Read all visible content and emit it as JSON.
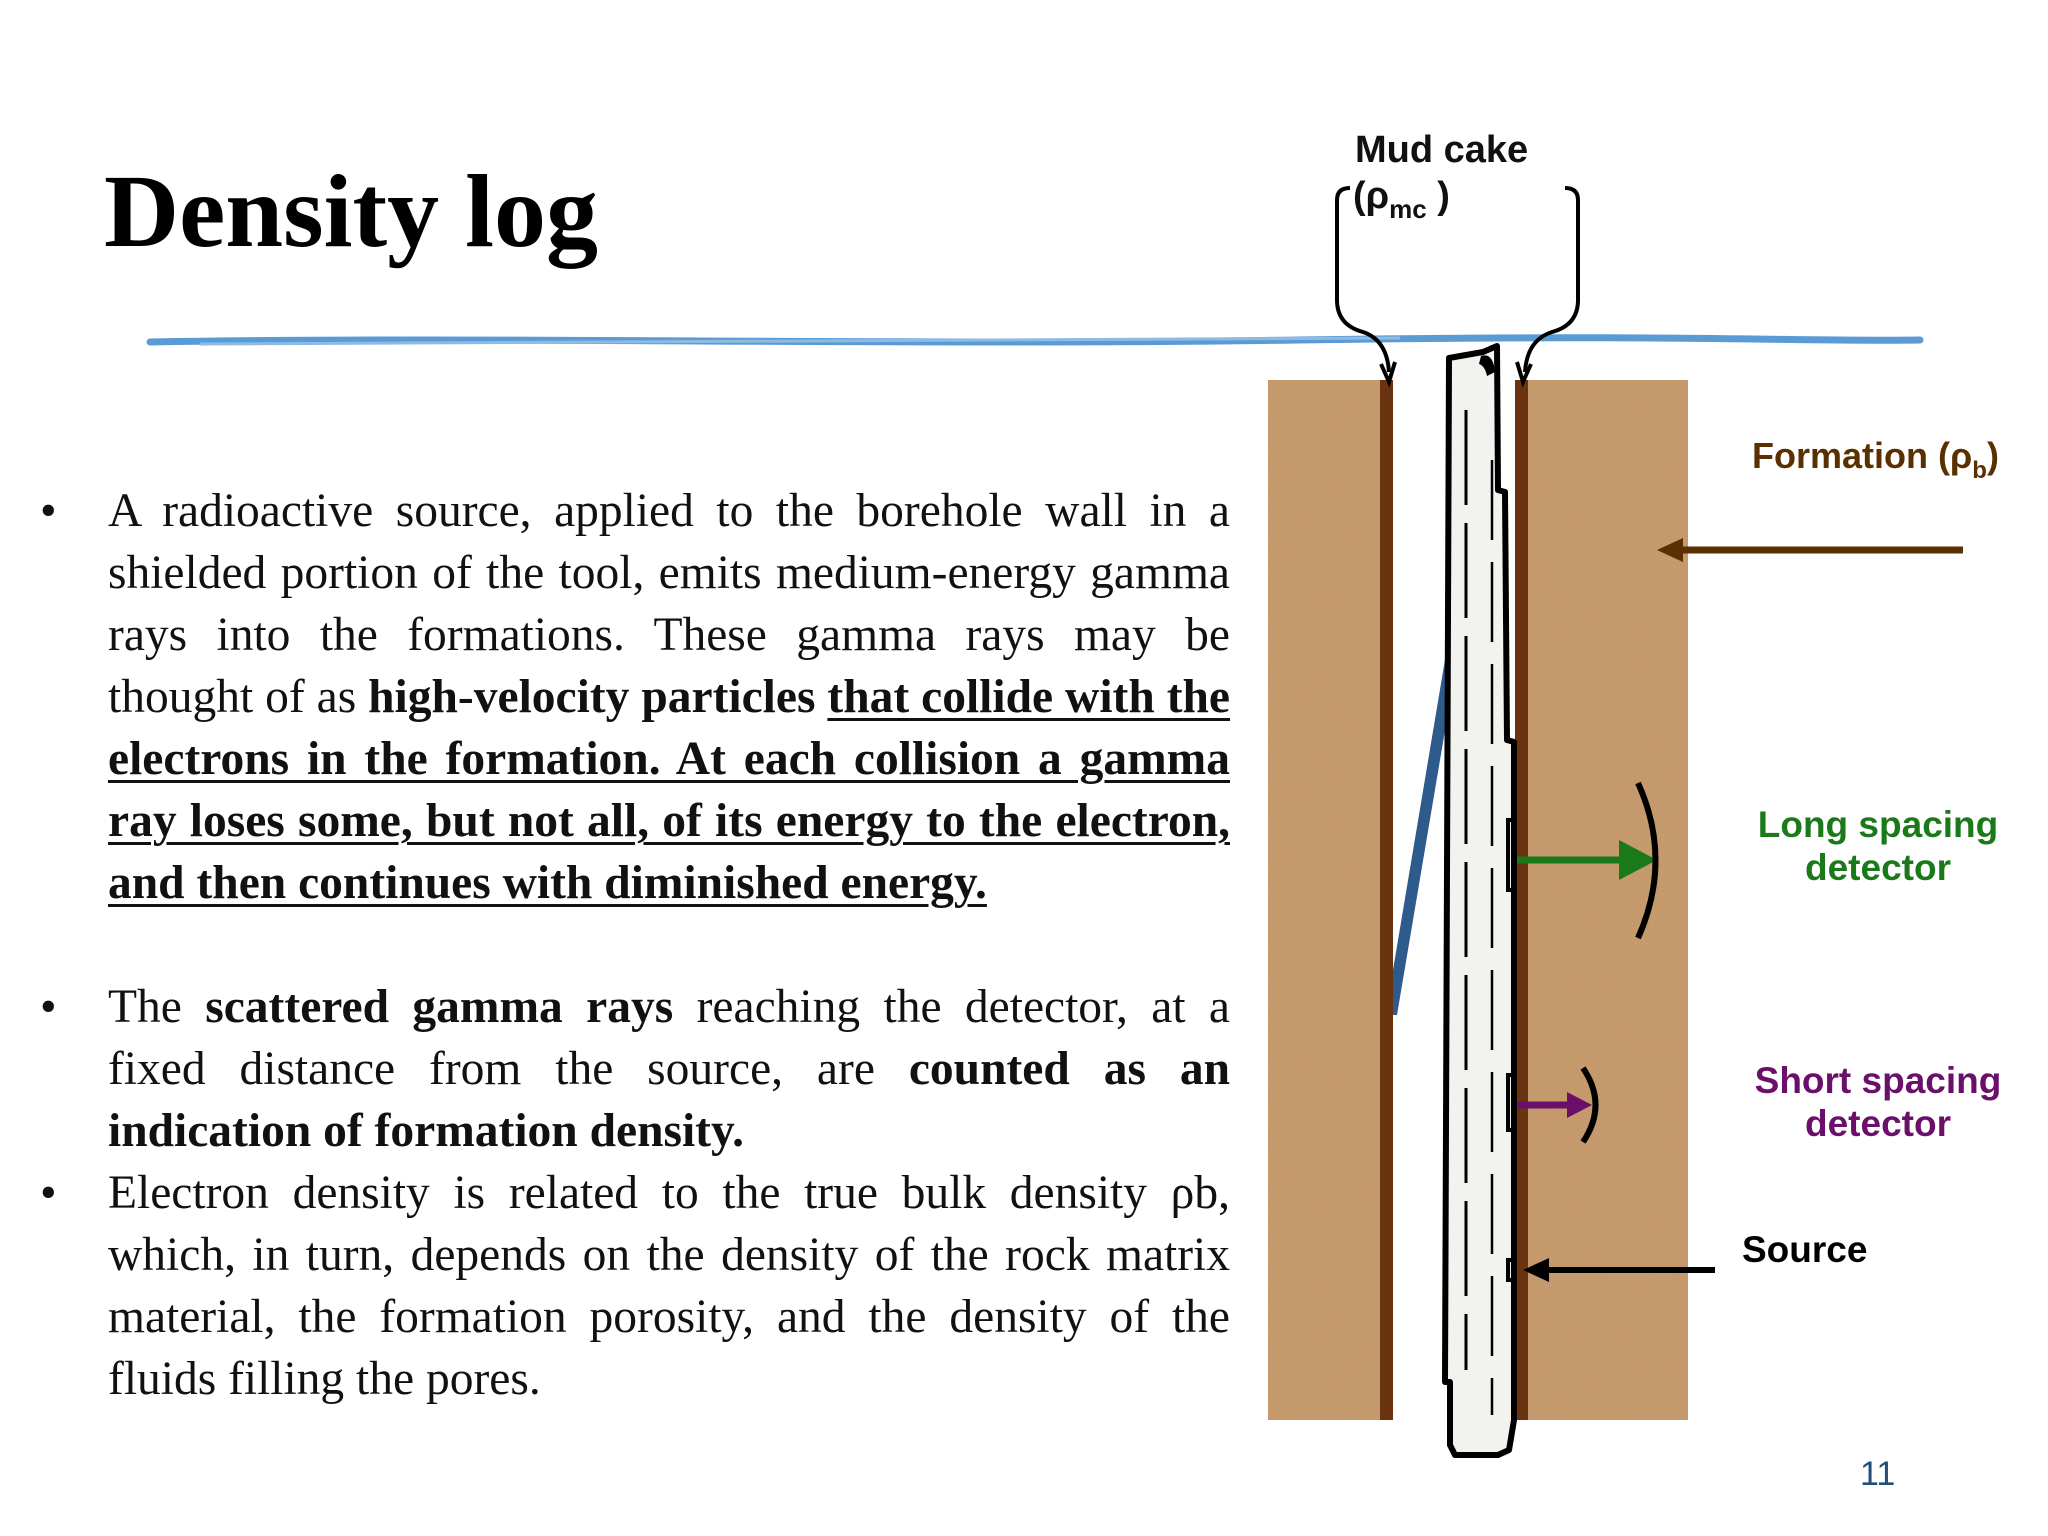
{
  "slide": {
    "title": "Density log",
    "page_number": "11"
  },
  "bullets": [
    {
      "segments": [
        {
          "text": "A radioactive source, applied to the borehole wall in a shielded portion of the tool, emits medium-energy gamma rays into the formations. These gamma rays may be thought of as ",
          "style": "normal"
        },
        {
          "text": "high-velocity particles",
          "style": "bold"
        },
        {
          "text": " ",
          "style": "normal"
        },
        {
          "text": "that collide with the electrons in the formation. At each collision a gamma ray loses some, but not all, of its energy to the electron, and then continues with diminished energy.",
          "style": "bold-underline"
        }
      ]
    },
    {
      "segments": [
        {
          "text": "The ",
          "style": "normal"
        },
        {
          "text": "scattered gamma rays",
          "style": "bold"
        },
        {
          "text": " reaching the detector, at a fixed distance from the source, are ",
          "style": "normal"
        },
        {
          "text": "counted as an indication of formation density.",
          "style": "bold"
        }
      ]
    },
    {
      "segments": [
        {
          "text": "Electron density is related to the true bulk density ρb, which, in turn, depends on the density of the rock matrix material, the formation porosity, and the density of the fluids filling the pores.",
          "style": "normal"
        }
      ]
    }
  ],
  "diagram": {
    "mud_cake_label": "Mud cake",
    "mud_cake_symbol": "(ρ",
    "mud_cake_sub": "mc",
    "mud_cake_close": " )",
    "formation_label": "Formation (ρ",
    "formation_sub": "b",
    "formation_close": ")",
    "long_spacing_line1": "Long spacing",
    "long_spacing_line2": "detector",
    "short_spacing_line1": "Short spacing",
    "short_spacing_line2": "detector",
    "source_label": "Source",
    "colors": {
      "formation": "#c79a6c",
      "mud_cake": "#6b3410",
      "formation_label": "#5a3000",
      "long_spacing": "#1a7a1a",
      "short_spacing": "#6a0f6a",
      "source": "#000000",
      "tool_pad": "#2e5a8c",
      "divider": "#5b9bd5"
    }
  }
}
